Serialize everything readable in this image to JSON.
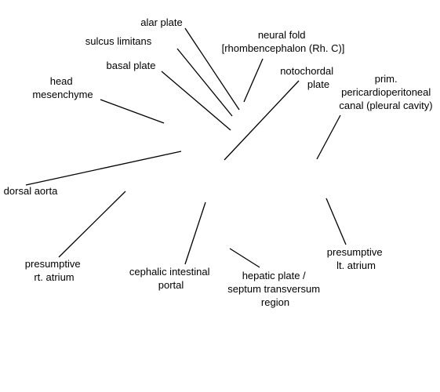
{
  "colors": {
    "text": "#000000",
    "leader_line": "#000000",
    "background": "#ffffff"
  },
  "labels": {
    "alar_plate": [
      "alar plate"
    ],
    "sulcus_limitans": [
      "sulcus limitans"
    ],
    "basal_plate": [
      "basal plate"
    ],
    "head_mesenchyme": [
      "head",
      "mesenchyme"
    ],
    "neural_fold": [
      "neural fold",
      "[rhombencephalon (Rh. C)]"
    ],
    "notochordal_plate": [
      "notochordal",
      "plate"
    ],
    "pericardioperitoneal_canal": [
      "prim.",
      "pericardioperitoneal",
      "canal (pleural cavity)"
    ],
    "dorsal_aorta": [
      "dorsal aorta"
    ],
    "presumptive_rt_atrium": [
      "presumptive",
      "rt. atrium"
    ],
    "cephalic_intestinal_portal": [
      "cephalic intestinal",
      "portal"
    ],
    "hepatic_plate": [
      "hepatic plate /",
      "septum transversum",
      "region"
    ],
    "presumptive_lt_atrium": [
      "presumptive",
      "lt. atrium"
    ]
  }
}
